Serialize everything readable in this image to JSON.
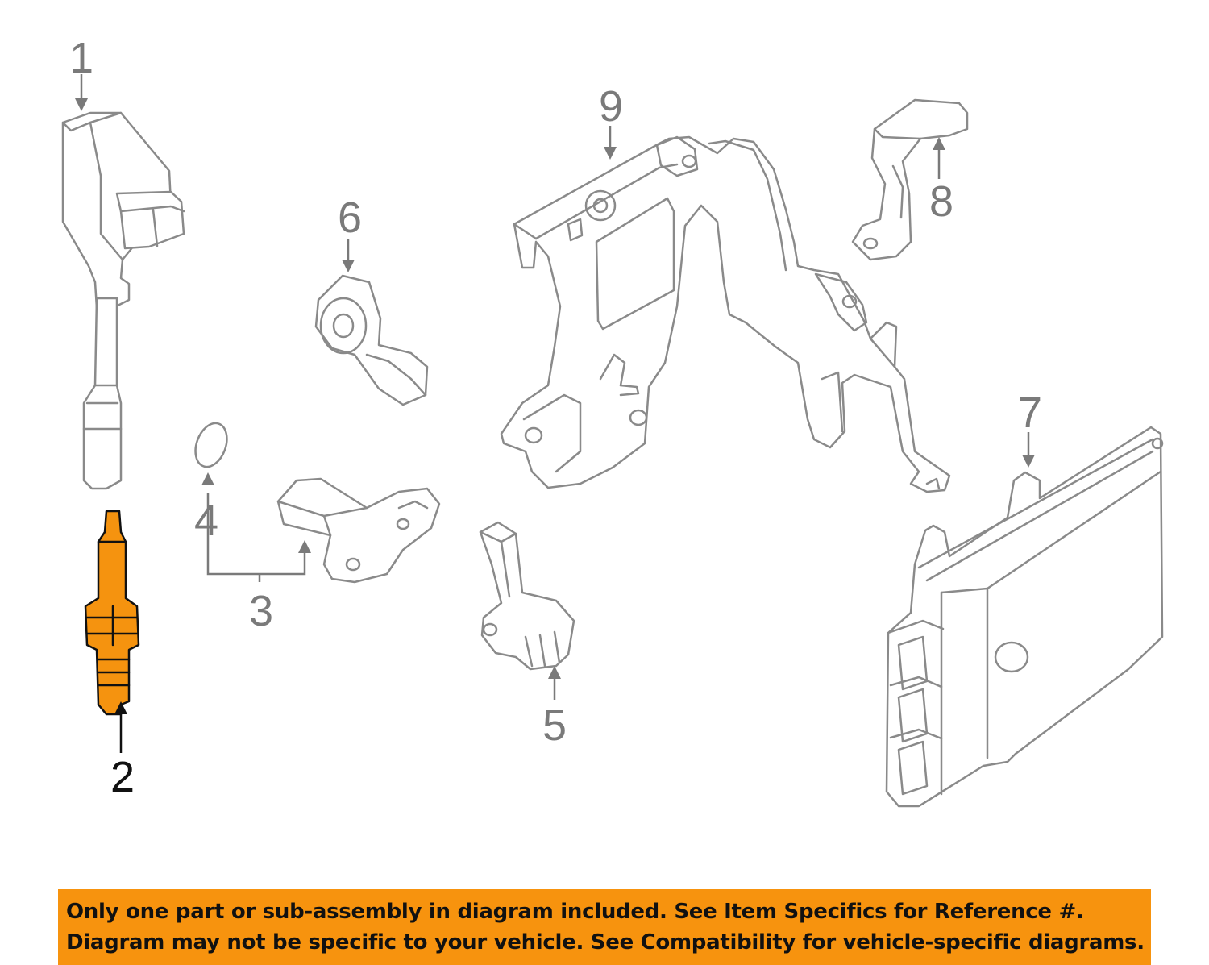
{
  "callouts": {
    "c1": "1",
    "c2": "2",
    "c3": "3",
    "c4": "4",
    "c5": "5",
    "c6": "6",
    "c7": "7",
    "c8": "8",
    "c9": "9"
  },
  "highlighted_part": "2",
  "colors": {
    "highlight": "#f5930f",
    "banner": "#f7930e",
    "line_art": "#8a8a8a"
  },
  "notice": {
    "line1": "Only one part or sub-assembly in diagram included. See Item Specifics for Reference #.",
    "line2": "Diagram may not be specific to your vehicle. See Compatibility for vehicle-specific diagrams."
  }
}
